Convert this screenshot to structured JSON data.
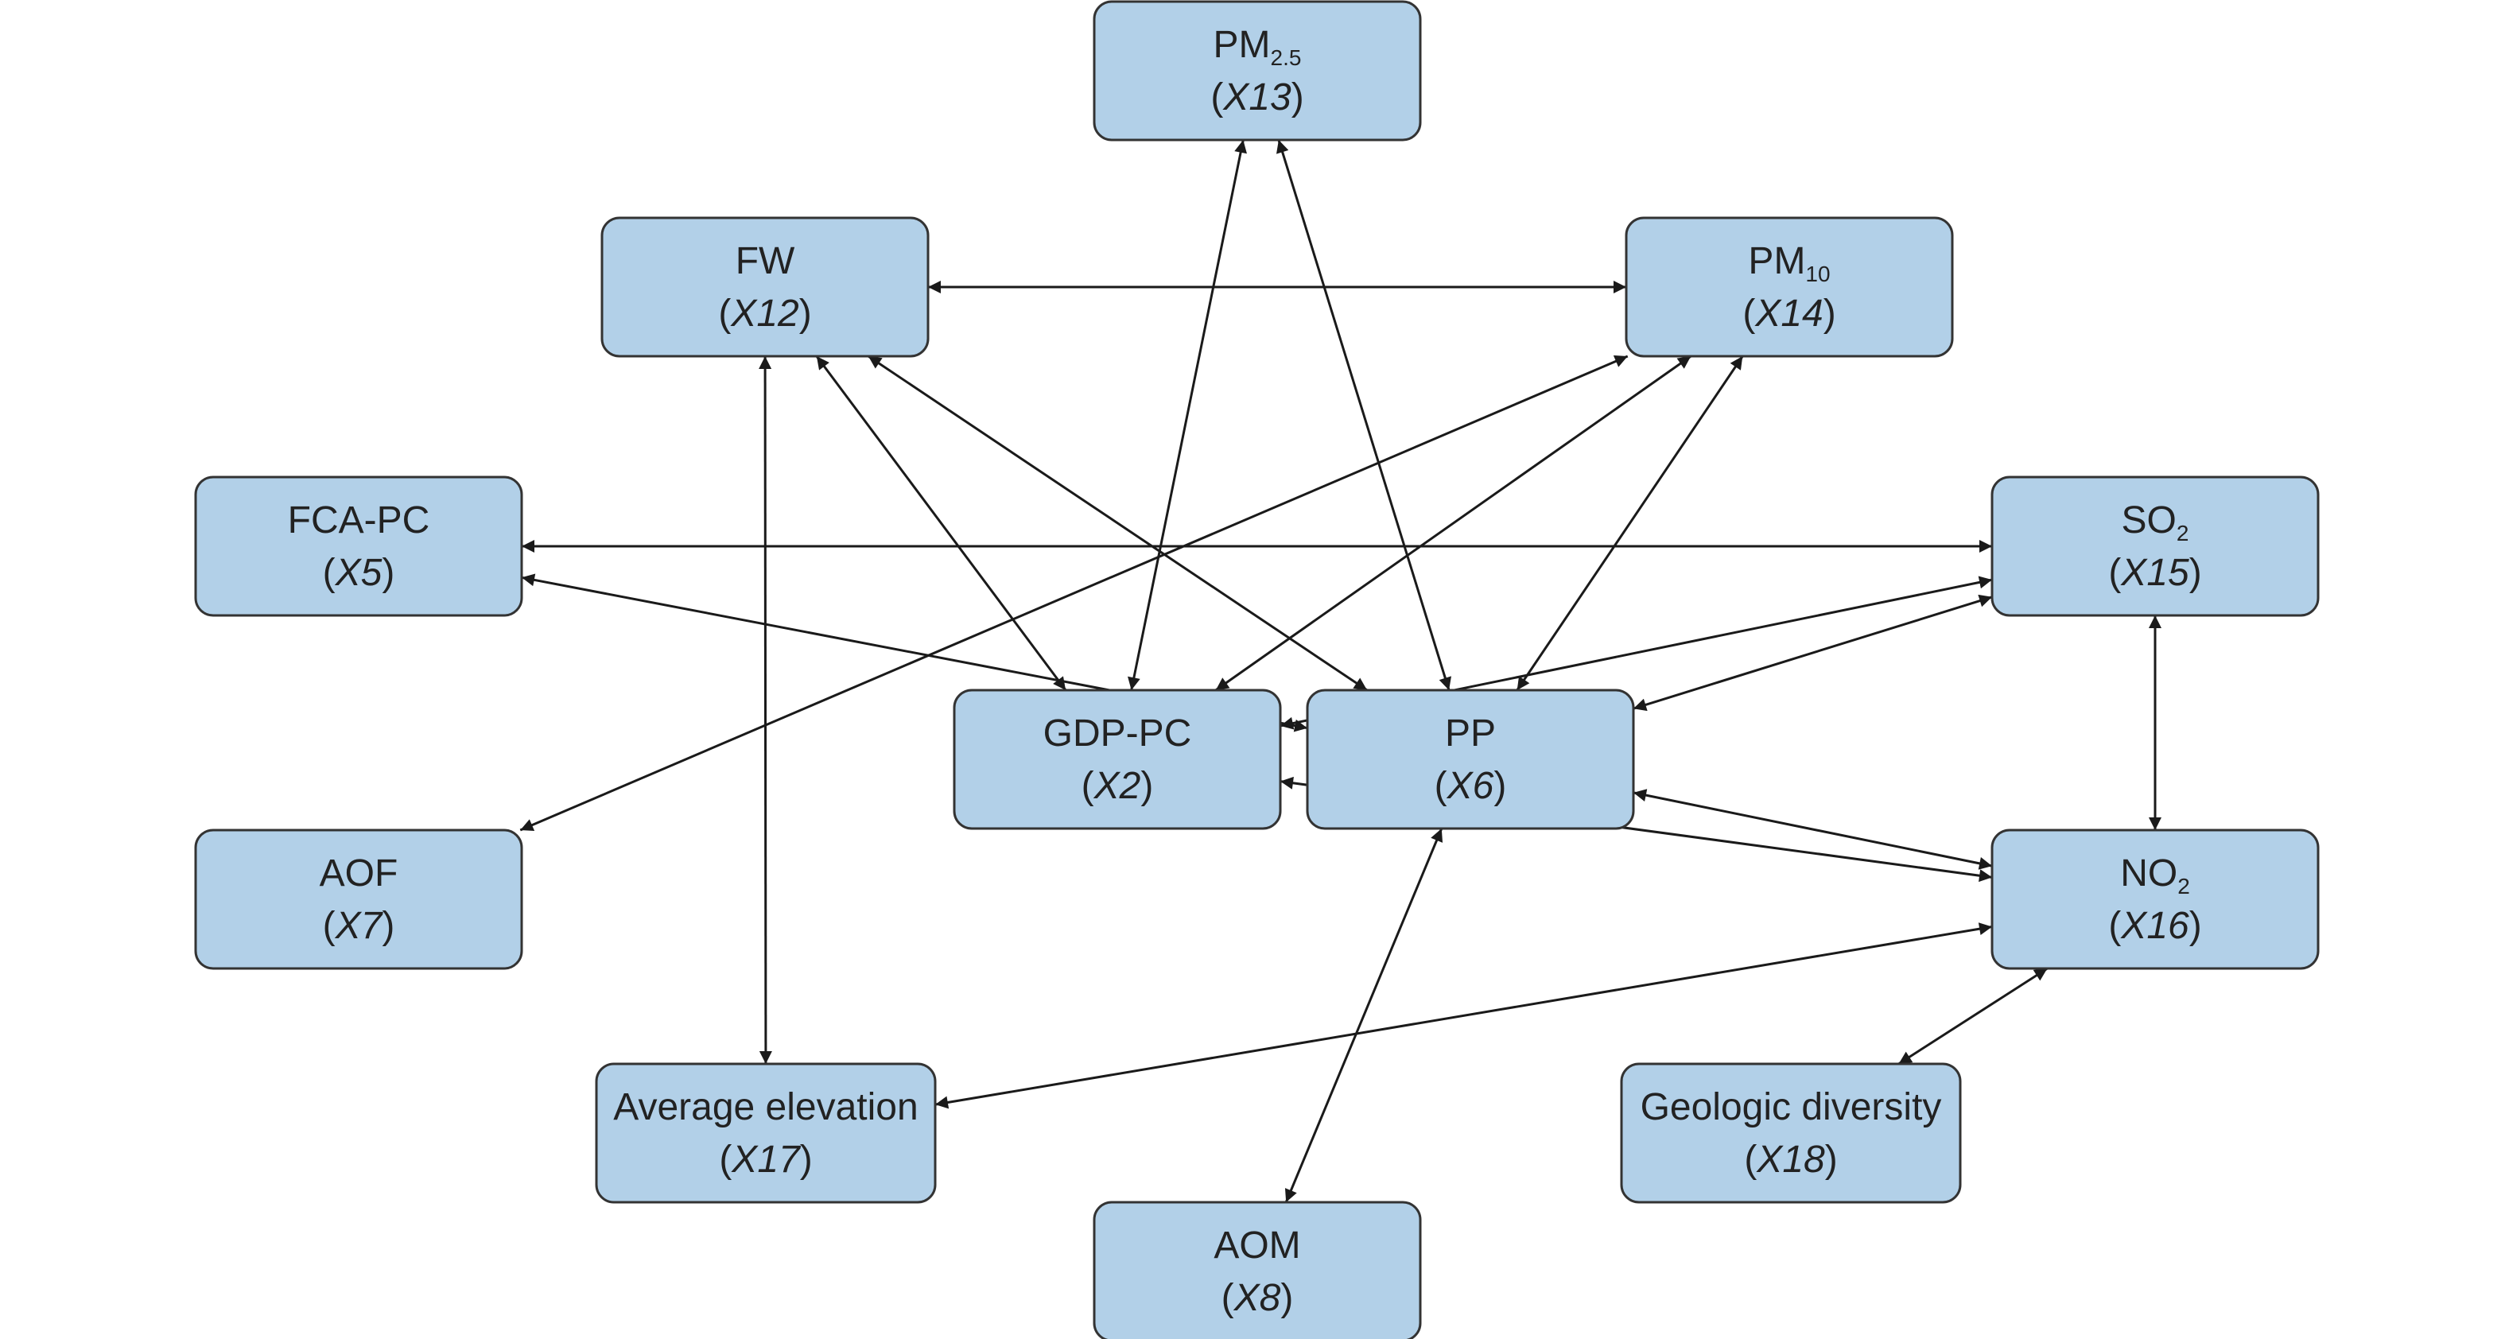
{
  "colors": {
    "node_fill": "#b2d0e8",
    "node_stroke": "#333333",
    "edge": "#1a1a1a"
  },
  "nodes": [
    {
      "id": "pm25",
      "label": "PM",
      "sub": "2.5",
      "var": "X13"
    },
    {
      "id": "fw",
      "label": "FW",
      "sub": "",
      "var": "X12"
    },
    {
      "id": "pm10",
      "label": "PM",
      "sub": "10",
      "var": "X14"
    },
    {
      "id": "fcapc",
      "label": "FCA-PC",
      "sub": "",
      "var": "X5"
    },
    {
      "id": "so2",
      "label": "SO",
      "sub": "2",
      "var": "X15"
    },
    {
      "id": "gdppc",
      "label": "GDP-PC",
      "sub": "",
      "var": "X2"
    },
    {
      "id": "pp",
      "label": "PP",
      "sub": "",
      "var": "X6"
    },
    {
      "id": "aof",
      "label": "AOF",
      "sub": "",
      "var": "X7"
    },
    {
      "id": "no2",
      "label": "NO",
      "sub": "2",
      "var": "X16"
    },
    {
      "id": "avgelev",
      "label": "Average elevation",
      "sub": "",
      "var": "X17"
    },
    {
      "id": "geodiv",
      "label": "Geologic diversity",
      "sub": "",
      "var": "X18"
    },
    {
      "id": "aom",
      "label": "AOM",
      "sub": "",
      "var": "X8"
    }
  ],
  "edges": [
    {
      "from": "fw",
      "to": "pm10"
    },
    {
      "from": "pm25",
      "to": "gdppc"
    },
    {
      "from": "pm25",
      "to": "pp"
    },
    {
      "from": "fw",
      "to": "gdppc"
    },
    {
      "from": "fw",
      "to": "pp"
    },
    {
      "from": "fw",
      "to": "avgelev"
    },
    {
      "from": "pm10",
      "to": "aof"
    },
    {
      "from": "pm10",
      "to": "gdppc"
    },
    {
      "from": "pm10",
      "to": "pp"
    },
    {
      "from": "fcapc",
      "to": "so2"
    },
    {
      "from": "fcapc",
      "to": "pp"
    },
    {
      "from": "so2",
      "to": "gdppc"
    },
    {
      "from": "so2",
      "to": "pp"
    },
    {
      "from": "so2",
      "to": "no2"
    },
    {
      "from": "no2",
      "to": "gdppc"
    },
    {
      "from": "no2",
      "to": "pp"
    },
    {
      "from": "no2",
      "to": "avgelev"
    },
    {
      "from": "no2",
      "to": "geodiv"
    },
    {
      "from": "pp",
      "to": "aom"
    }
  ]
}
